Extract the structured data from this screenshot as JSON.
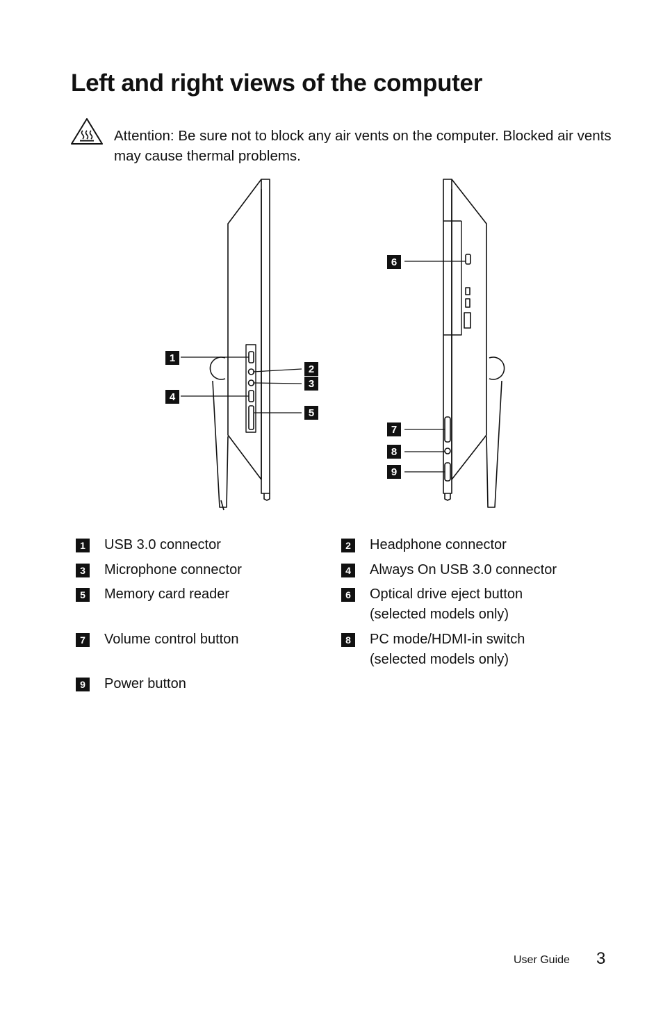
{
  "page": {
    "title": "Left and right views of the computer",
    "attention": {
      "label": "Attention:",
      "text": " Be sure not to block any air vents on the computer. Blocked air vents may cause thermal problems."
    },
    "figure": {
      "callouts": [
        "1",
        "2",
        "3",
        "4",
        "5",
        "6",
        "7",
        "8",
        "9"
      ]
    },
    "legend": [
      {
        "num": "1",
        "label": "USB 3.0 connector"
      },
      {
        "num": "2",
        "label": "Headphone connector"
      },
      {
        "num": "3",
        "label": "Microphone connector"
      },
      {
        "num": "4",
        "label": "Always On USB 3.0 connector"
      },
      {
        "num": "5",
        "label": "Memory card reader"
      },
      {
        "num": "6",
        "label": "Optical drive eject button",
        "label2": "(selected models only)"
      },
      {
        "num": "7",
        "label": "Volume control button"
      },
      {
        "num": "8",
        "label": "PC mode/HDMI-in switch",
        "label2": "(selected models only)"
      },
      {
        "num": "9",
        "label": "Power button"
      }
    ],
    "footer": {
      "label": "User Guide",
      "page_number": "3"
    }
  }
}
